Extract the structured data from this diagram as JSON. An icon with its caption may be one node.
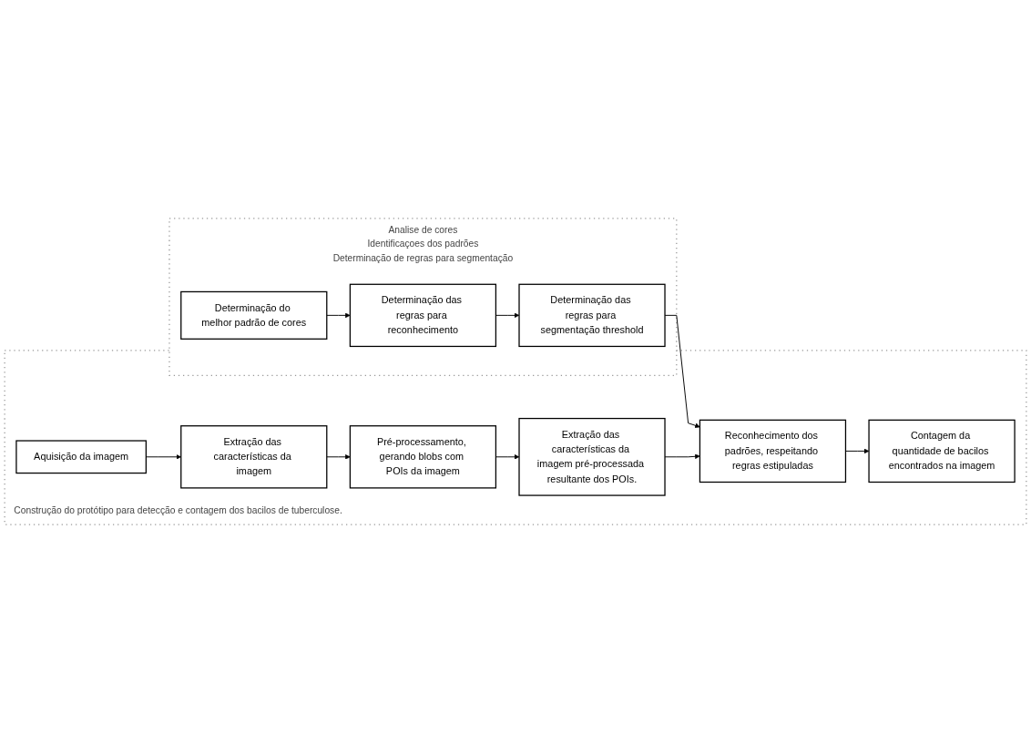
{
  "diagram": {
    "nodes": [
      {
        "text": [
          "Analise de cores",
          "Identificaçoes dos padrões",
          "Determinação de regras para segmentação"
        ]
      },
      {
        "text": [
          "Determinação do melhor padrão de cores"
        ],
        "in": 0
      },
      {
        "text": [
          "Determinação das regras para reconhecimento"
        ],
        "in": 0
      },
      {
        "text": [
          "Determinação das regras para segmentação threshold"
        ],
        "in": 0
      },
      {
        "text": [
          "Construção do protótipo para detecção e contagem dos bacilos de tuberculose."
        ]
      },
      {
        "text": [
          "Aquisição da imagem"
        ],
        "in": 4
      },
      {
        "text": [
          "Extração das características da imagem"
        ],
        "in": 4
      },
      {
        "text": [
          "Pré-processamento, gerando blobs com POIs da imagem"
        ],
        "in": 4
      },
      {
        "text": [
          "Extração das características da imagem pré-processada resultante dos POIs."
        ],
        "in": 4
      },
      {
        "text": [
          "Reconhecimento dos padrões, respeitando regras estipuladas"
        ],
        "in": 4
      },
      {
        "text": [
          "Contagem da quantidade de bacilos encontrados na imagem"
        ],
        "in": 4
      }
    ],
    "edges": [
      {
        "from": 1,
        "to": 2,
        "arrow": "to"
      },
      {
        "from": 2,
        "to": 3,
        "arrow": "to"
      },
      {
        "from": 3,
        "to": 9,
        "arrow": "to"
      },
      {
        "from": 5,
        "to": 6,
        "arrow": "to"
      },
      {
        "from": 6,
        "to": 7,
        "arrow": "to"
      },
      {
        "from": 7,
        "to": 8,
        "arrow": "to"
      },
      {
        "from": 8,
        "to": 9,
        "arrow": "to"
      },
      {
        "from": 9,
        "to": 10,
        "arrow": "to"
      }
    ]
  }
}
